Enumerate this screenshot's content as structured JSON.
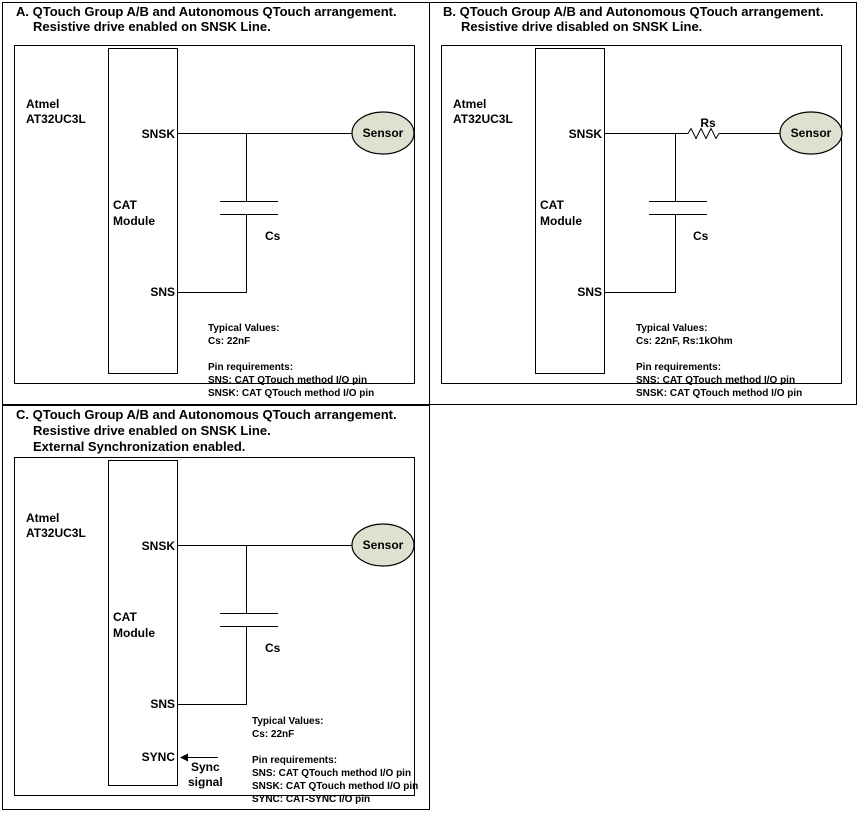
{
  "colors": {
    "sensor_fill": "#e0e0d0",
    "line": "#000000",
    "background": "#ffffff"
  },
  "panels": {
    "a": {
      "title_line1": "A. QTouch Group A/B and Autonomous QTouch arrangement.",
      "title_line2": "Resistive drive enabled on SNSK Line.",
      "chip_line1": "Atmel",
      "chip_line2": "AT32UC3L",
      "module_line1": "CAT",
      "module_line2": "Module",
      "pin_snsk": "SNSK",
      "pin_sns": "SNS",
      "cap_label": "Cs",
      "sensor_label": "Sensor",
      "typical_heading": "Typical Values:",
      "typical_value": "Cs: 22nF",
      "pin_req_heading": "Pin requirements:",
      "pin_req_1": "SNS: CAT QTouch method I/O pin",
      "pin_req_2": "SNSK: CAT QTouch method I/O pin"
    },
    "b": {
      "title_line1": "B. QTouch Group A/B and Autonomous QTouch arrangement.",
      "title_line2": "Resistive drive disabled on SNSK Line.",
      "chip_line1": "Atmel",
      "chip_line2": "AT32UC3L",
      "module_line1": "CAT",
      "module_line2": "Module",
      "pin_snsk": "SNSK",
      "pin_sns": "SNS",
      "cap_label": "Cs",
      "resistor_label": "Rs",
      "sensor_label": "Sensor",
      "typical_heading": "Typical Values:",
      "typical_value": "Cs: 22nF, Rs:1kOhm",
      "pin_req_heading": "Pin requirements:",
      "pin_req_1": "SNS: CAT QTouch method I/O pin",
      "pin_req_2": "SNSK: CAT QTouch method I/O pin"
    },
    "c": {
      "title_line1": "C. QTouch Group A/B and Autonomous QTouch arrangement.",
      "title_line2": "Resistive drive enabled on SNSK Line.",
      "title_line3": "External Synchronization enabled.",
      "chip_line1": "Atmel",
      "chip_line2": "AT32UC3L",
      "module_line1": "CAT",
      "module_line2": "Module",
      "pin_snsk": "SNSK",
      "pin_sns": "SNS",
      "pin_sync": "SYNC",
      "sync_signal_line1": "Sync",
      "sync_signal_line2": "signal",
      "cap_label": "Cs",
      "sensor_label": "Sensor",
      "typical_heading": "Typical Values:",
      "typical_value": "Cs: 22nF",
      "pin_req_heading": "Pin requirements:",
      "pin_req_1": "SNS: CAT QTouch method I/O pin",
      "pin_req_2": "SNSK: CAT QTouch method I/O pin",
      "pin_req_3": "SYNC: CAT-SYNC I/O pin"
    }
  }
}
